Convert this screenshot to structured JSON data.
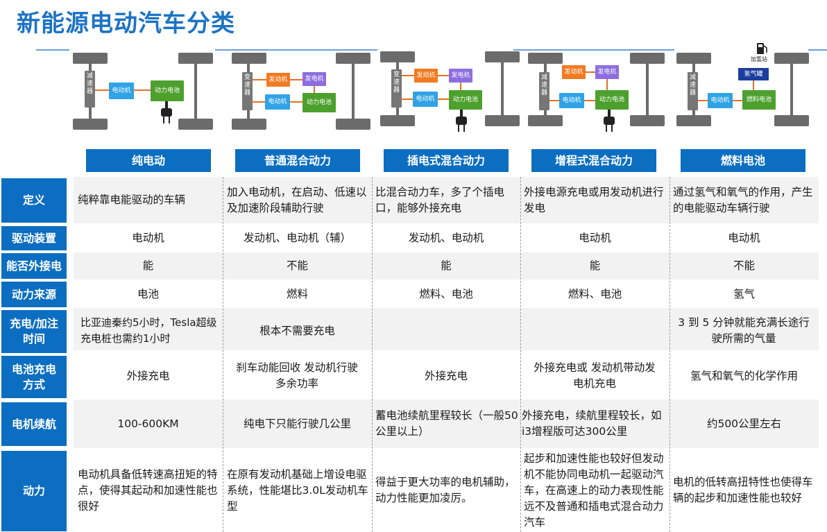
{
  "title": "新能源电动汽车分类",
  "colors": {
    "accent": "#0c6ec1",
    "title": "#1c73c4",
    "motor": "#2fa3e6",
    "engine": "#f07b22",
    "generator": "#8c6ee0",
    "battery": "#4da02e",
    "hydrogen": "#1b3f9e",
    "wheel": "#6b6b6b"
  },
  "diagrams": {
    "gearbox_reducer": "减速器",
    "gearbox_transmission": "变速器",
    "motor": "电动机",
    "engine": "发动机",
    "generator": "发电机",
    "battery": "动力电池",
    "fuel_cell": "燃料电池",
    "hydrogen_tank": "氢气罐",
    "station": "加氢站",
    "icons": [
      "plug-icon",
      "fuel-pump-icon"
    ]
  },
  "columns": [
    "纯电动",
    "普通混合动力",
    "插电式混合动力",
    "增程式混合动力",
    "燃料电池"
  ],
  "rows": [
    {
      "header": "定义",
      "cells": [
        "纯粹靠电能驱动的车辆",
        "加入电动机，在启动、低速以及加速阶段辅助行驶",
        "比混合动力车，多了个插电口，能够外接充电",
        "外接电源充电或用发动机进行发电",
        "通过氢气和氧气的作用，产生的电能驱动车辆行驶"
      ]
    },
    {
      "header": "驱动装置",
      "cells": [
        "电动机",
        "发动机、电动机（辅）",
        "发动机、电动机",
        "电动机",
        "电动机"
      ]
    },
    {
      "header": "能否外接电",
      "cells": [
        "能",
        "不能",
        "能",
        "能",
        "不能"
      ]
    },
    {
      "header": "动力来源",
      "cells": [
        "电池",
        "燃料",
        "燃料、电池",
        "燃料、电池",
        "氢气"
      ]
    },
    {
      "header": "充电/加注时间",
      "cells": [
        "比亚迪秦约5小时，Tesla超级充电桩也需约1小时",
        "根本不需要充电",
        "",
        "",
        "3 到 5 分钟就能充满长途行驶所需的气量"
      ]
    },
    {
      "header": "电池充电方式",
      "cells": [
        "外接充电",
        "刹车动能回收 发动机行驶多余功率",
        "外接充电",
        "外接充电或 发动机带动发电机充电",
        "氢气和氧气的化学作用"
      ]
    },
    {
      "header": "电机续航",
      "cells": [
        "100-600KM",
        "纯电下只能行驶几公里",
        "蓄电池续航里程较长（一般50公里以上）",
        "外接充电，续航里程较长，如i3增程版可达300公里",
        "约500公里左右"
      ]
    },
    {
      "header": "动力",
      "cells": [
        "电动机具备低转速高扭矩的特点，使得其起动和加速性能也很好",
        "在原有发动机基础上增设电驱系统，性能堪比3.0L发动机车型",
        "得益于更大功率的电机辅助，动力性能更加凌厉。",
        "起步和加速性能也较好但发动机不能协同电动机一起驱动汽车，在高速上的动力表现性能远不及普通和插电式混合动力汽车",
        "电机的低转高扭特性也使得车辆的起步和加速性能也较好"
      ]
    }
  ]
}
